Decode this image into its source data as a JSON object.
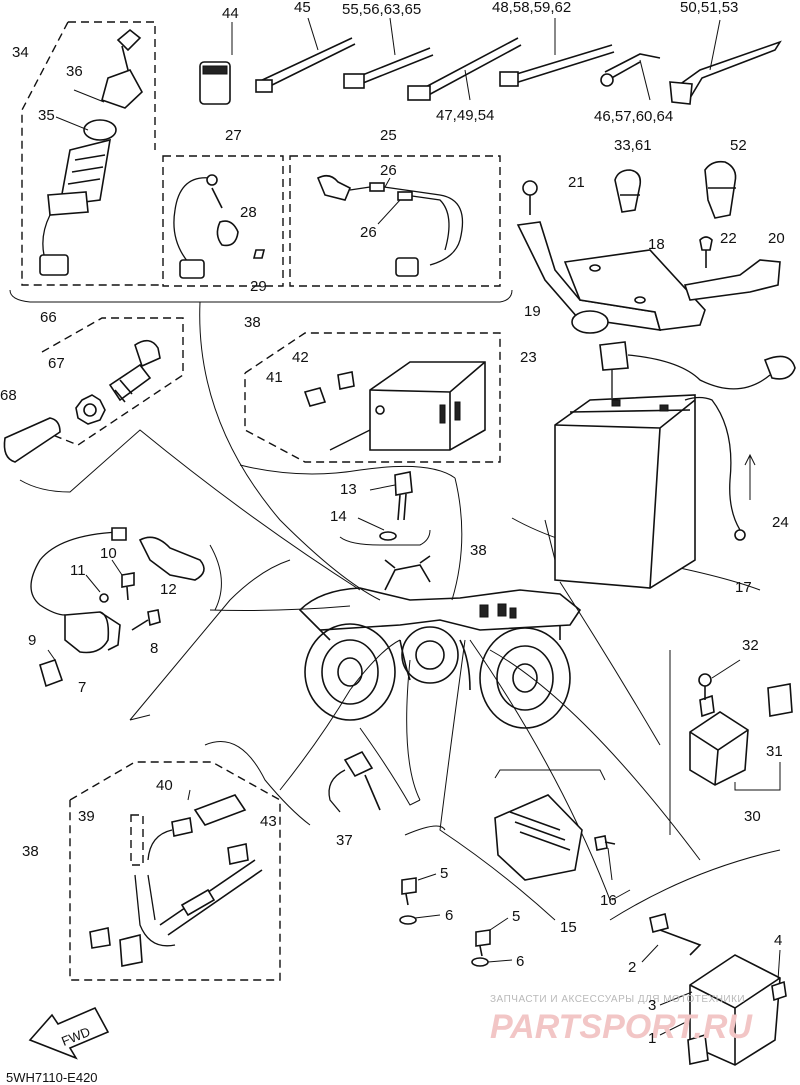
{
  "diagram": {
    "code": "5WH7110-E420",
    "direction_label": "FWD",
    "watermark": {
      "line1": "ЗАПЧАСТИ И АКСЕССУАРЫ ДЛЯ МОТОТЕХНИКИ",
      "line2": "PARTSPORT.RU"
    },
    "callouts": [
      {
        "id": "c34",
        "text": "34"
      },
      {
        "id": "c36",
        "text": "36"
      },
      {
        "id": "c35",
        "text": "35"
      },
      {
        "id": "c44",
        "text": "44"
      },
      {
        "id": "c45",
        "text": "45"
      },
      {
        "id": "c55",
        "text": "55,56,63,65"
      },
      {
        "id": "c48",
        "text": "48,58,59,62"
      },
      {
        "id": "c50",
        "text": "50,51,53"
      },
      {
        "id": "c47",
        "text": "47,49,54"
      },
      {
        "id": "c46",
        "text": "46,57,60,64"
      },
      {
        "id": "c27",
        "text": "27"
      },
      {
        "id": "c28",
        "text": "28"
      },
      {
        "id": "c29",
        "text": "29"
      },
      {
        "id": "c25",
        "text": "25"
      },
      {
        "id": "c26a",
        "text": "26"
      },
      {
        "id": "c26b",
        "text": "26"
      },
      {
        "id": "c33",
        "text": "33,61"
      },
      {
        "id": "c52",
        "text": "52"
      },
      {
        "id": "c21",
        "text": "21"
      },
      {
        "id": "c18",
        "text": "18"
      },
      {
        "id": "c22",
        "text": "22"
      },
      {
        "id": "c20",
        "text": "20"
      },
      {
        "id": "c19",
        "text": "19"
      },
      {
        "id": "c23",
        "text": "23"
      },
      {
        "id": "c24",
        "text": "24"
      },
      {
        "id": "c17",
        "text": "17"
      },
      {
        "id": "c66",
        "text": "66"
      },
      {
        "id": "c67",
        "text": "67"
      },
      {
        "id": "c68",
        "text": "68"
      },
      {
        "id": "c38a",
        "text": "38"
      },
      {
        "id": "c42",
        "text": "42"
      },
      {
        "id": "c41",
        "text": "41"
      },
      {
        "id": "c13",
        "text": "13"
      },
      {
        "id": "c14",
        "text": "14"
      },
      {
        "id": "c38b",
        "text": "38"
      },
      {
        "id": "c10",
        "text": "10"
      },
      {
        "id": "c11",
        "text": "11"
      },
      {
        "id": "c12",
        "text": "12"
      },
      {
        "id": "c9",
        "text": "9"
      },
      {
        "id": "c8",
        "text": "8"
      },
      {
        "id": "c7",
        "text": "7"
      },
      {
        "id": "c32",
        "text": "32"
      },
      {
        "id": "c31",
        "text": "31"
      },
      {
        "id": "c30",
        "text": "30"
      },
      {
        "id": "c40",
        "text": "40"
      },
      {
        "id": "c39",
        "text": "39"
      },
      {
        "id": "c43",
        "text": "43"
      },
      {
        "id": "c38c",
        "text": "38"
      },
      {
        "id": "c37",
        "text": "37"
      },
      {
        "id": "c5a",
        "text": "5"
      },
      {
        "id": "c6a",
        "text": "6"
      },
      {
        "id": "c16",
        "text": "16"
      },
      {
        "id": "c15",
        "text": "15"
      },
      {
        "id": "c5b",
        "text": "5"
      },
      {
        "id": "c6b",
        "text": "6"
      },
      {
        "id": "c4",
        "text": "4"
      },
      {
        "id": "c2",
        "text": "2"
      },
      {
        "id": "c3",
        "text": "3"
      },
      {
        "id": "c1",
        "text": "1"
      }
    ]
  }
}
